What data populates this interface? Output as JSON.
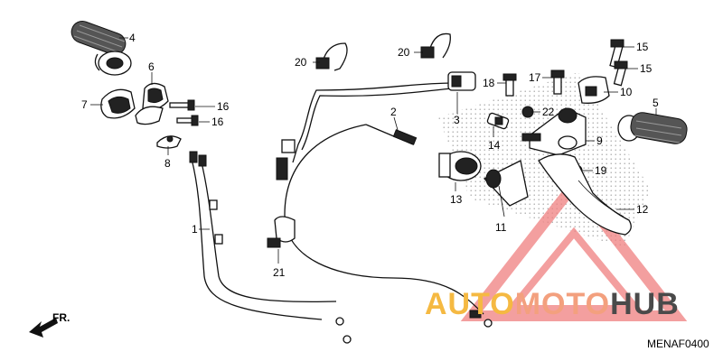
{
  "diagram": {
    "code": "MENAF0400",
    "direction_label": "FR.",
    "watermark": {
      "part1": "AUTO",
      "part2": "MOTO",
      "part3": "HUB",
      "color1": "#f5b942",
      "color2": "#f3a07e",
      "color3": "#4a4a4a",
      "triangle_color": "#f08080"
    },
    "callouts": [
      "4",
      "6",
      "7",
      "16",
      "16",
      "8",
      "1",
      "20",
      "20",
      "3",
      "18",
      "17",
      "15",
      "15",
      "10",
      "5",
      "2",
      "22",
      "14",
      "9",
      "13",
      "19",
      "11",
      "12",
      "21"
    ]
  }
}
